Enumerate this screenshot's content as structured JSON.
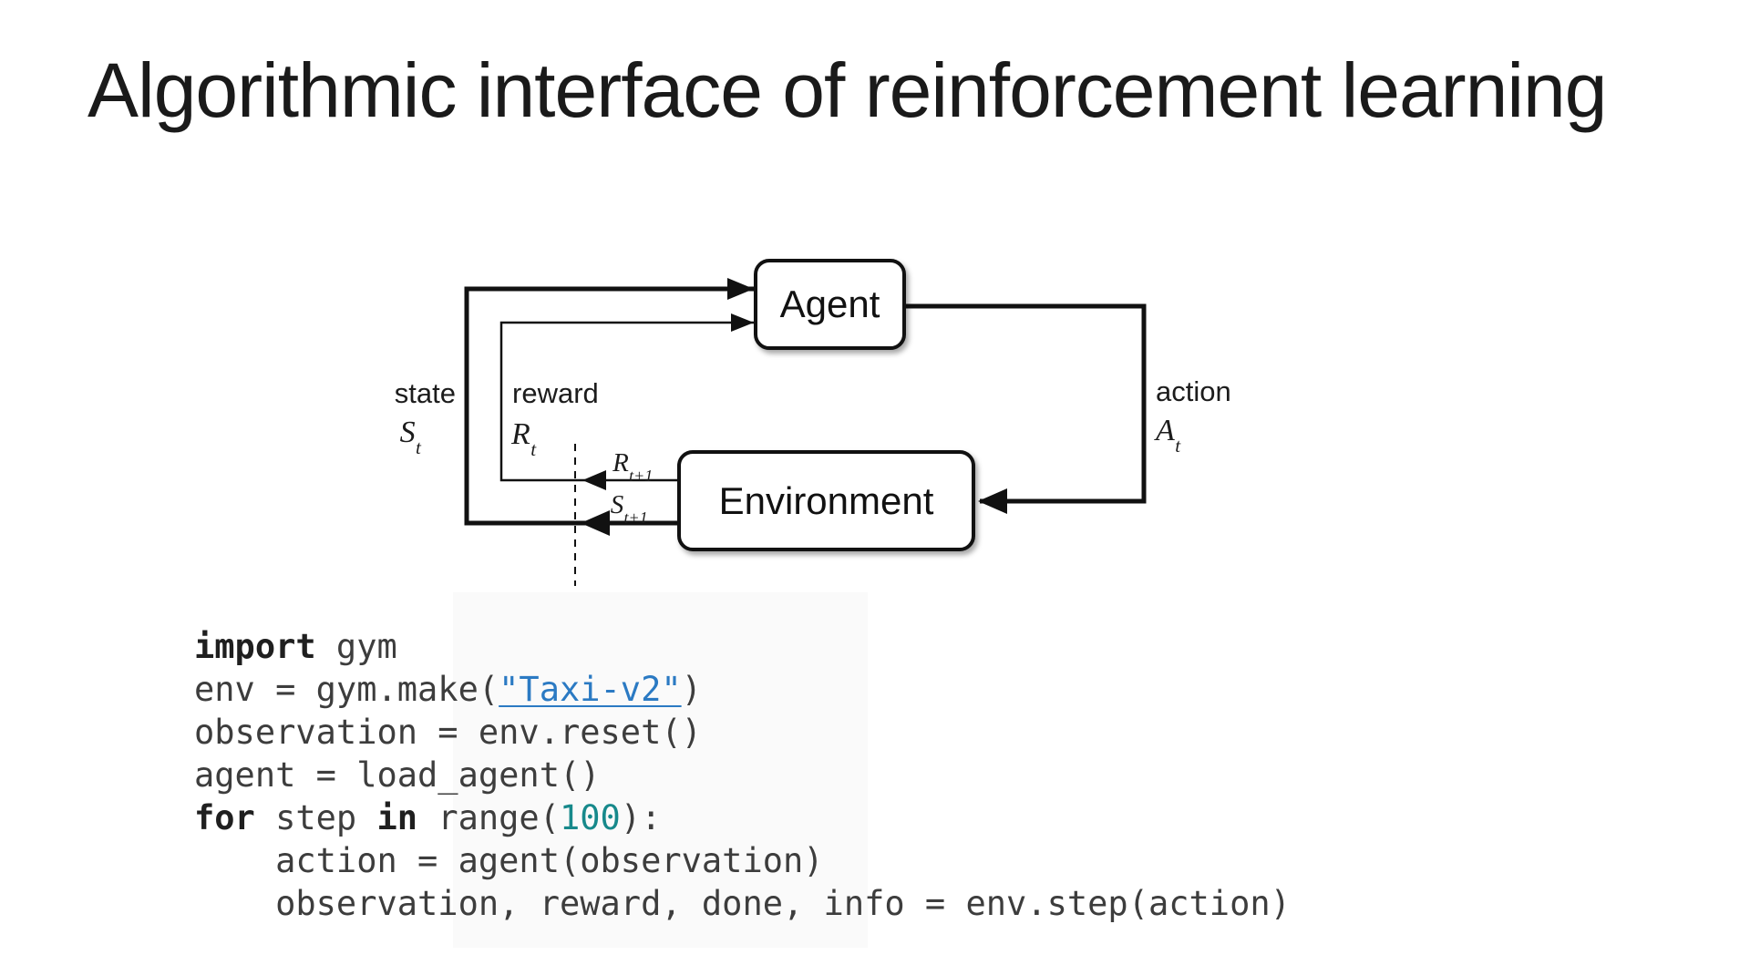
{
  "slide": {
    "title": "Algorithmic interface of reinforcement learning"
  },
  "diagram": {
    "agent_label": "Agent",
    "environment_label": "Environment",
    "state_label": "state",
    "reward_label": "reward",
    "action_label": "action",
    "state_symbol": {
      "base": "S",
      "sub": "t"
    },
    "reward_symbol": {
      "base": "R",
      "sub": "t"
    },
    "action_symbol": {
      "base": "A",
      "sub": "t"
    },
    "next_reward_symbol": {
      "base": "R",
      "sub": "t+1"
    },
    "next_state_symbol": {
      "base": "S",
      "sub": "t+1"
    }
  },
  "code": {
    "lines": [
      [
        {
          "t": "import",
          "s": "kw"
        },
        {
          "t": " gym",
          "s": "plain"
        }
      ],
      [
        {
          "t": "env = gym.make(",
          "s": "plain"
        },
        {
          "t": "\"Taxi-v2\"",
          "s": "link"
        },
        {
          "t": ")",
          "s": "plain"
        }
      ],
      [
        {
          "t": "observation = env.reset()",
          "s": "plain"
        }
      ],
      [
        {
          "t": "agent = load_agent()",
          "s": "plain"
        }
      ],
      [
        {
          "t": "for",
          "s": "kw"
        },
        {
          "t": " step ",
          "s": "plain"
        },
        {
          "t": "in",
          "s": "kw"
        },
        {
          "t": " range(",
          "s": "plain"
        },
        {
          "t": "100",
          "s": "num"
        },
        {
          "t": "):",
          "s": "plain"
        }
      ],
      [
        {
          "t": "    action = agent(observation)",
          "s": "plain"
        }
      ],
      [
        {
          "t": "    observation, reward, done, info = env.step(action)",
          "s": "plain"
        }
      ]
    ]
  },
  "colors": {
    "link_blue": "#2b7ac3",
    "number_teal": "#17898b",
    "line_black": "#111111"
  }
}
